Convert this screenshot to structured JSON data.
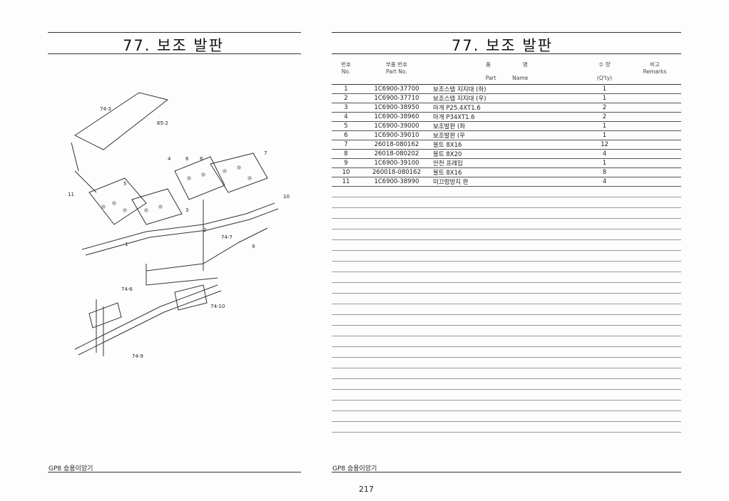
{
  "left_page": {
    "title": "77. 보조 발판",
    "footer": "GP8 승용이앙기",
    "callouts": [
      "74-3",
      "65-2",
      "4",
      "6",
      "8",
      "7",
      "3",
      "10",
      "5",
      "1",
      "2",
      "9",
      "11",
      "74-7",
      "74-6",
      "74-10",
      "74-9"
    ]
  },
  "right_page": {
    "title": "77. 보조 발판",
    "footer": "GP8 승용이앙기",
    "page_number": "217",
    "headers": {
      "no_ko": "번호",
      "no_en": "No.",
      "part_no_ko": "부품 번호",
      "part_no_en": "Part  No.",
      "name_ko1": "품",
      "name_ko2": "명",
      "name_en1": "Part",
      "name_en2": "Name",
      "qty_ko": "수 량",
      "qty_en": "(Q'ty)",
      "remarks_ko": "비고",
      "remarks_en": "Remarks"
    },
    "rows": [
      {
        "no": "1",
        "part_no": "1C6900-37700",
        "name": "보조스텝 지지대 (좌)",
        "qty": "1"
      },
      {
        "no": "2",
        "part_no": "1C6900-37710",
        "name": "보조스텝 지지대 (우)",
        "qty": "1"
      },
      {
        "no": "3",
        "part_no": "1C6900-38950",
        "name": "마개 P25.4XT1.6",
        "qty": "2"
      },
      {
        "no": "4",
        "part_no": "1C6900-38960",
        "name": "마개 P34XT1.6",
        "qty": "2"
      },
      {
        "no": "5",
        "part_no": "1C6900-39000",
        "name": "보조발판 (좌",
        "qty": "1"
      },
      {
        "no": "6",
        "part_no": "1C6900-39010",
        "name": "보조발판 (우",
        "qty": "1"
      },
      {
        "no": "7",
        "part_no": "26018-080162",
        "name": "볼트 8X16",
        "qty": "12"
      },
      {
        "no": "8",
        "part_no": "26018-080202",
        "name": "볼트 8X20",
        "qty": "4"
      },
      {
        "no": "9",
        "part_no": "1C6900-39100",
        "name": "안전 프레임",
        "qty": "1"
      },
      {
        "no": "10",
        "part_no": "260018-080162",
        "name": "볼트 8X16",
        "qty": "8"
      },
      {
        "no": "11",
        "part_no": "1C6900-38990",
        "name": "미끄럼방지 판",
        "qty": "4"
      }
    ]
  }
}
